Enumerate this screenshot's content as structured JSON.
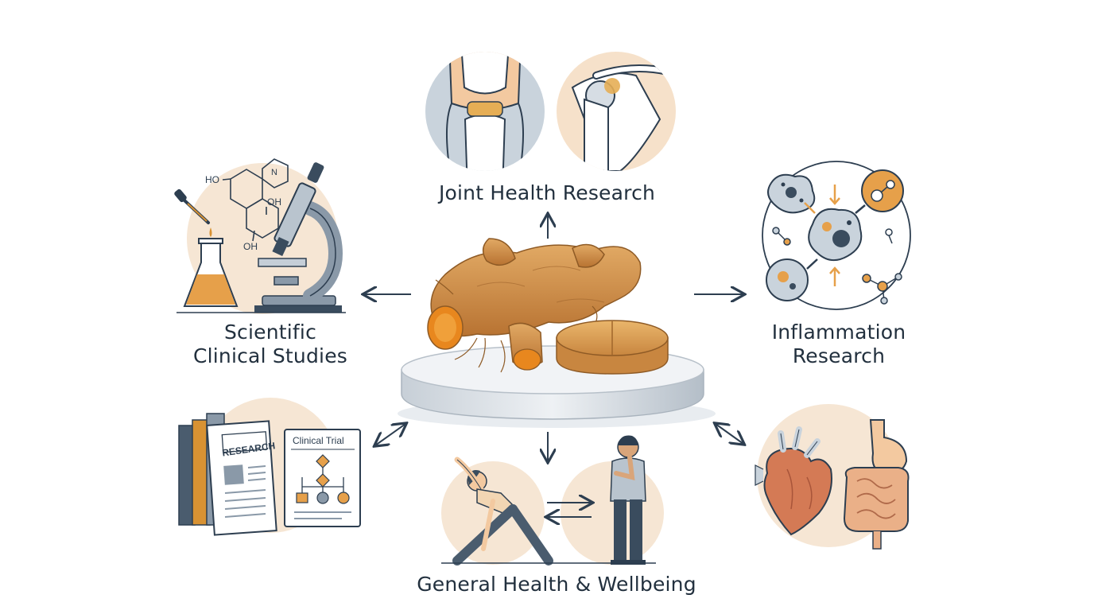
{
  "labels": {
    "joint_health": "Joint Health Research",
    "scientific_line1": "Scientific",
    "scientific_line2": "Clinical Studies",
    "inflammation_line1": "Inflammation",
    "inflammation_line2": "Research",
    "general_health": "General Health & Wellbeing"
  },
  "chem_labels": {
    "ho": "HO",
    "n": "N",
    "oh_top": "OH",
    "oh_bottom": "OH"
  },
  "documents": {
    "book_cover": "RESEARCH",
    "trial_sheet": "Clinical Trial"
  },
  "colors": {
    "navy": "#2d3e50",
    "turmeric": "#d89233",
    "peach": "#f6e6d4",
    "steel": "#b9c4ce",
    "skin": "#f3c9a0"
  }
}
